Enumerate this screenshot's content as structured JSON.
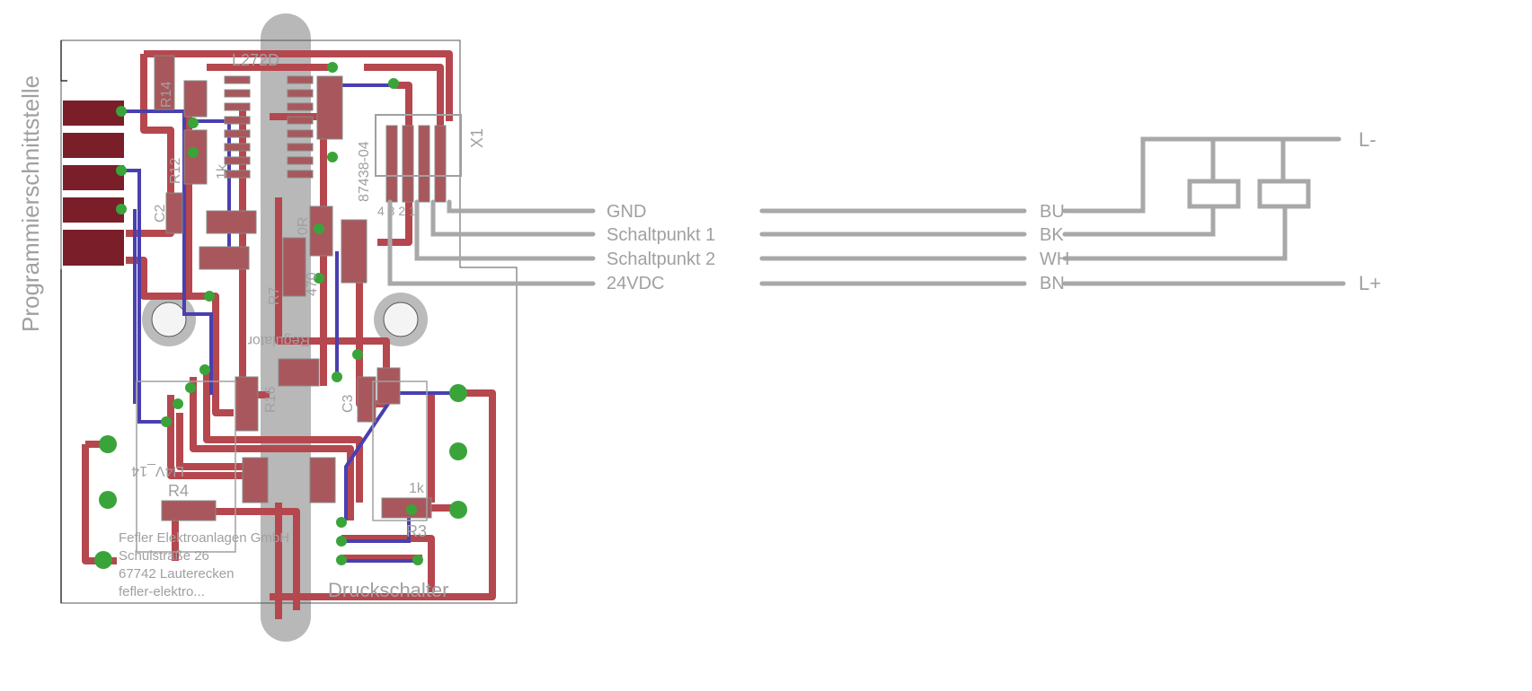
{
  "board": {
    "vertical_label": "Programmierschnittstelle",
    "ic_label": "L272D",
    "connector_name": "X1",
    "connector_part": "87438-04",
    "connector_pins": "4 3 2 1",
    "components": [
      "R14",
      "R12",
      "1k",
      "C2",
      "R7",
      "0R",
      "470",
      "R16",
      "R4",
      "R3",
      "1k",
      "C3",
      "Regulator",
      "Ll4V_14"
    ],
    "company_lines": [
      "Fefler Elektroanlagen GmbH",
      "Schulstraße 26",
      "67742 Lauterecken",
      "fefler-elektro..."
    ],
    "footer_label": "Druckschalter"
  },
  "wiring": {
    "signals": [
      "GND",
      "Schaltpunkt 1",
      "Schaltpunkt 2",
      "24VDC"
    ],
    "wire_colors": [
      "BU",
      "BK",
      "WH",
      "BN"
    ],
    "rail_minus": "L-",
    "rail_plus": "L+"
  },
  "colors": {
    "top_copper": "#b5474e",
    "bottom_copper": "#4a3fb0",
    "via": "#3aa43a",
    "silkscreen": "#a0a0a0"
  }
}
